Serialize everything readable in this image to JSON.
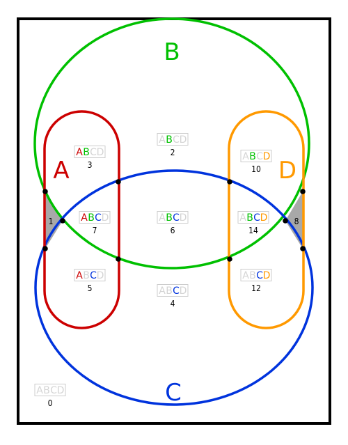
{
  "colors": {
    "A": "#cc0000",
    "B": "#00c000",
    "C": "#0033dd",
    "D": "#ff9900",
    "inactive": "#d4d4d4",
    "frame": "#000000",
    "shade": "#a8a8a8"
  },
  "sets": {
    "A": {
      "label": "A"
    },
    "B": {
      "label": "B"
    },
    "C": {
      "label": "C"
    },
    "D": {
      "label": "D"
    }
  },
  "regions": [
    {
      "id": "r3",
      "number": "3",
      "letters": [
        "A",
        "B",
        "C",
        "D"
      ],
      "active": [
        "A",
        "B"
      ]
    },
    {
      "id": "r2",
      "number": "2",
      "letters": [
        "A",
        "B",
        "C",
        "D"
      ],
      "active": [
        "B"
      ]
    },
    {
      "id": "r10",
      "number": "10",
      "letters": [
        "A",
        "B",
        "C",
        "D"
      ],
      "active": [
        "B",
        "D"
      ]
    },
    {
      "id": "r1",
      "number": "1",
      "letters": [],
      "active": []
    },
    {
      "id": "r7",
      "number": "7",
      "letters": [
        "A",
        "B",
        "C",
        "D"
      ],
      "active": [
        "A",
        "B",
        "C"
      ]
    },
    {
      "id": "r6",
      "number": "6",
      "letters": [
        "A",
        "B",
        "C",
        "D"
      ],
      "active": [
        "B",
        "C"
      ]
    },
    {
      "id": "r14",
      "number": "14",
      "letters": [
        "A",
        "B",
        "C",
        "D"
      ],
      "active": [
        "B",
        "C",
        "D"
      ]
    },
    {
      "id": "r8",
      "number": "8",
      "letters": [],
      "active": []
    },
    {
      "id": "r5",
      "number": "5",
      "letters": [
        "A",
        "B",
        "C",
        "D"
      ],
      "active": [
        "A",
        "C"
      ]
    },
    {
      "id": "r4",
      "number": "4",
      "letters": [
        "A",
        "B",
        "C",
        "D"
      ],
      "active": [
        "C"
      ]
    },
    {
      "id": "r12",
      "number": "12",
      "letters": [
        "A",
        "B",
        "C",
        "D"
      ],
      "active": [
        "C",
        "D"
      ]
    },
    {
      "id": "r0",
      "number": "0",
      "letters": [
        "A",
        "B",
        "C",
        "D"
      ],
      "active": []
    }
  ]
}
